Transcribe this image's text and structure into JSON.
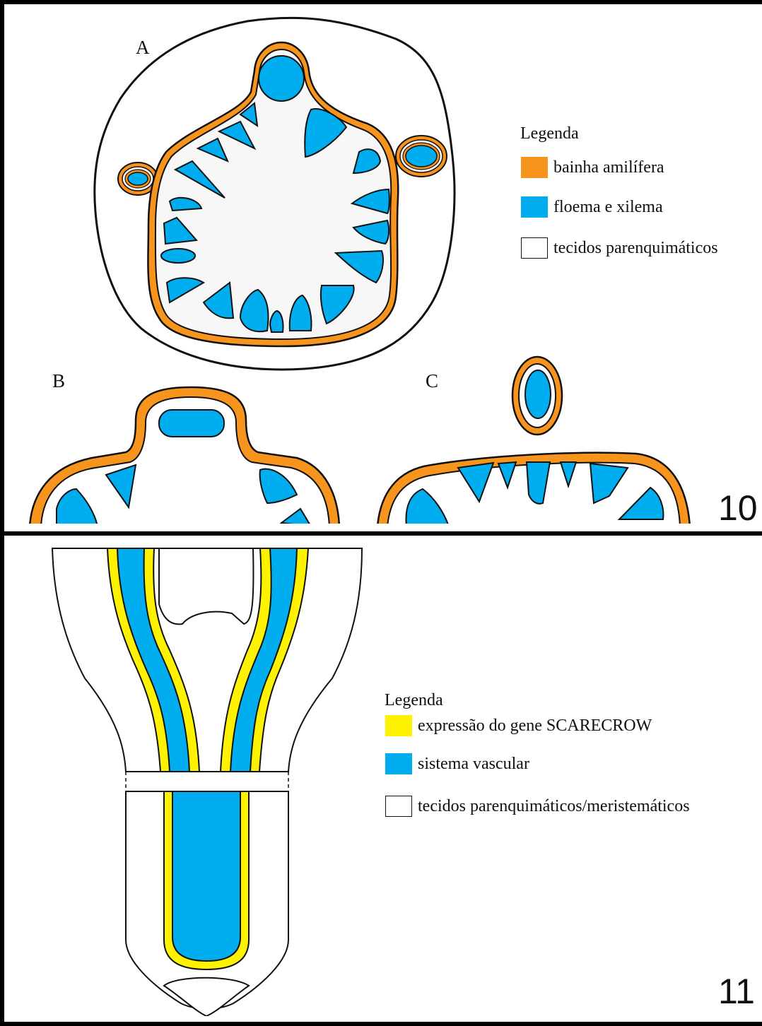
{
  "colors": {
    "orange": "#F7941D",
    "blue": "#00AEEF",
    "yellow": "#FFF200",
    "outline": "#111111",
    "pith": "#F7F7F7",
    "white": "#FFFFFF"
  },
  "figure10": {
    "number": "10",
    "labels": {
      "a": "A",
      "b": "B",
      "c": "C"
    },
    "legend": {
      "title": "Legenda",
      "items": [
        {
          "swatch": "orange",
          "text": "bainha amilífera"
        },
        {
          "swatch": "blue",
          "text": "floema e xilema"
        },
        {
          "swatch": "white",
          "text": "tecidos parenquimáticos"
        }
      ]
    }
  },
  "figure11": {
    "number": "11",
    "legend": {
      "title": "Legenda",
      "items": [
        {
          "swatch": "yellow",
          "text": "expressão do gene SCARECROW"
        },
        {
          "swatch": "blue",
          "text": "sistema vascular"
        },
        {
          "swatch": "white",
          "text": "tecidos parenquimáticos/meristemáticos"
        }
      ]
    }
  }
}
